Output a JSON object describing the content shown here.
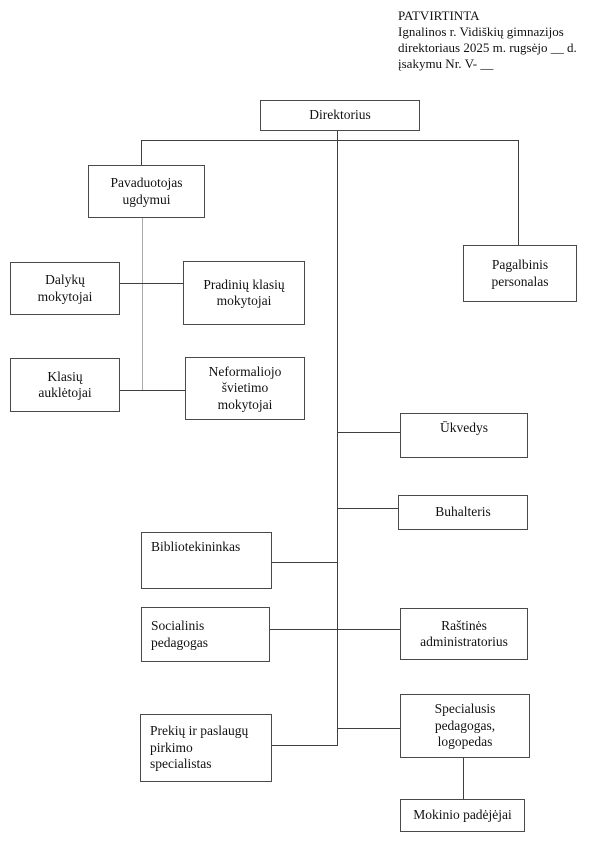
{
  "header": {
    "lines": [
      "PATVIRTINTA",
      "Ignalinos r. Vidiškių gimnazijos",
      "direktoriaus 2025 m. rugsėjo __ d.",
      "įsakymu Nr. V- __"
    ]
  },
  "nodes": {
    "direktorius": {
      "label": "Direktorius"
    },
    "pavaduotojas": {
      "label": "Pavaduotojas\nugdymui"
    },
    "pagalbinis": {
      "label": "Pagalbinis\npersonalas"
    },
    "dalyku": {
      "label": "Dalykų\nmokytojai"
    },
    "pradiniu": {
      "label": "Pradinių klasių\nmokytojai"
    },
    "klasiu": {
      "label": "Klasių\nauklėtojai"
    },
    "neformaliojo": {
      "label": "Neformaliojo\nšvietimo\nmokytojai"
    },
    "ukvedys": {
      "label": "Ūkvedys"
    },
    "buhalteris": {
      "label": "Buhalteris"
    },
    "bibliotekininkas": {
      "label": "Bibliotekininkas"
    },
    "socialinis": {
      "label": "Socialinis\npedagogas"
    },
    "rastines": {
      "label": "Raštinės\nadministratorius"
    },
    "prekiu": {
      "label": "Prekių ir paslaugų\npirkimo\nspecialistas"
    },
    "specialusis": {
      "label": "Specialusis\npedagogas,\nlogopedas"
    },
    "mokinio": {
      "label": "Mokinio padėjėjai"
    }
  },
  "colors": {
    "box_border": "#4a4a4a",
    "connector": "#3f3f3f",
    "connector_light": "#aaaaaa",
    "background": "#ffffff",
    "text": "#111111"
  }
}
